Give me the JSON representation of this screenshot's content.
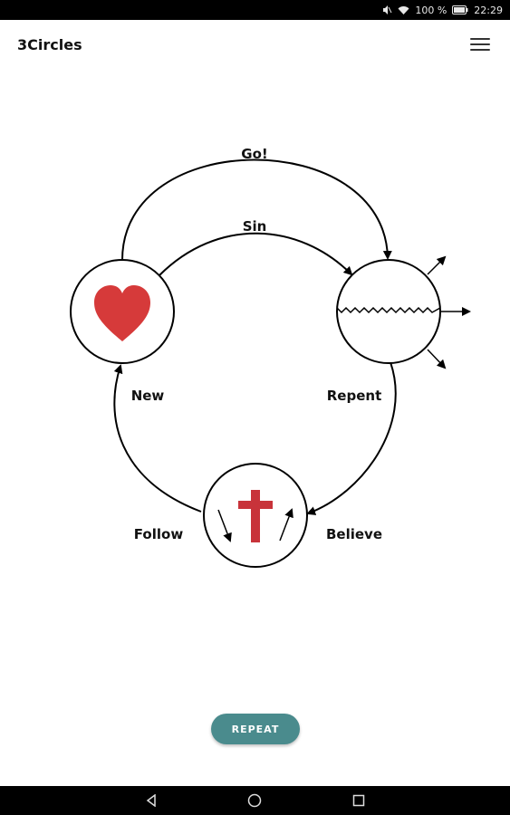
{
  "status_bar": {
    "battery_percent": "100 %",
    "time": "22:29",
    "icons": [
      "mute-icon",
      "wifi-icon",
      "battery-icon"
    ]
  },
  "app_bar": {
    "title": "3Circles",
    "menu_icon": "hamburger-menu-icon"
  },
  "diagram": {
    "labels": {
      "go": "Go!",
      "sin": "Sin",
      "new": "New",
      "repent": "Repent",
      "follow": "Follow",
      "believe": "Believe"
    },
    "colors": {
      "heart": "#d63a3a",
      "cross": "#c8333a",
      "stroke": "#000000"
    },
    "icons": [
      "heart-icon",
      "broken-world-icon",
      "cross-icon"
    ]
  },
  "repeat_button": {
    "label": "REPEAT",
    "color": "#4a8b8d"
  },
  "nav_bar": {
    "icons": [
      "back-icon",
      "home-icon",
      "recents-icon"
    ]
  }
}
